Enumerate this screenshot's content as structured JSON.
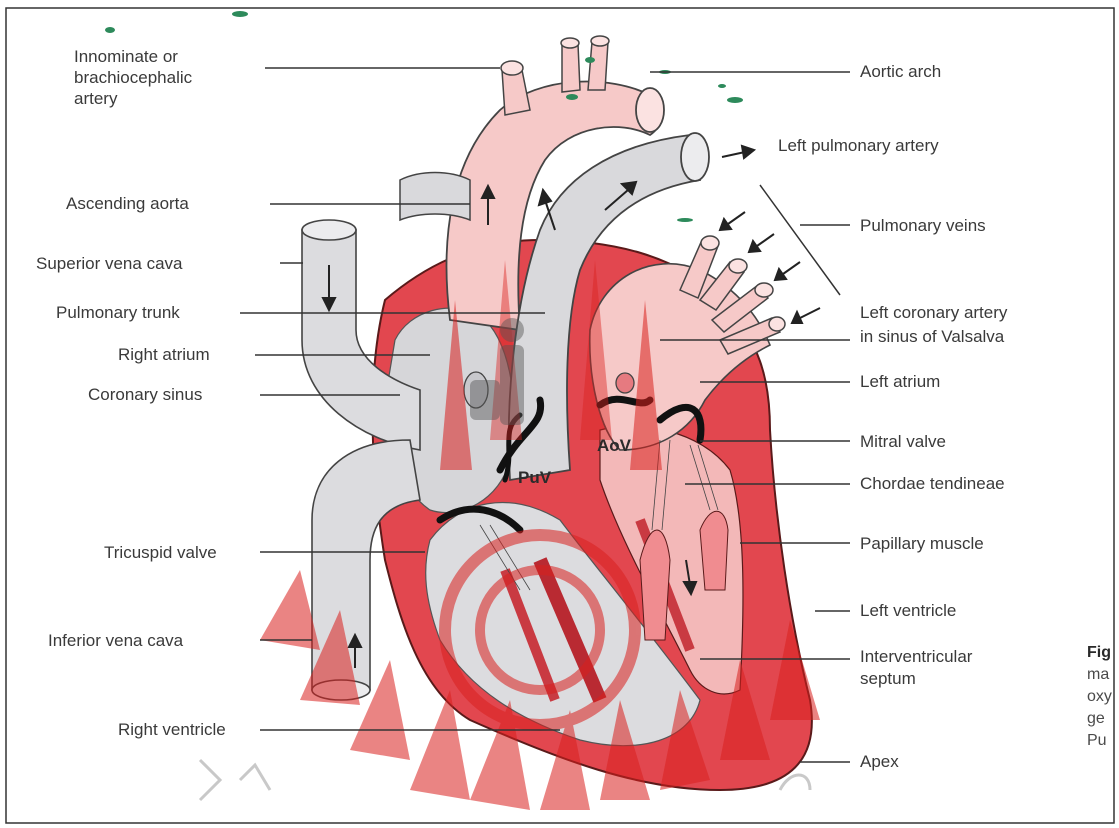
{
  "labels_left": {
    "innominate_line1": "Innominate or",
    "innominate_line2": "brachiocephalic",
    "innominate_line3": "artery",
    "ascending_aorta": "Ascending aorta",
    "superior_vena_cava": "Superior vena cava",
    "pulmonary_trunk": "Pulmonary trunk",
    "right_atrium": "Right atrium",
    "coronary_sinus": "Coronary sinus",
    "tricuspid_valve": "Tricuspid valve",
    "inferior_vena_cava": "Inferior vena cava",
    "right_ventricle": "Right ventricle"
  },
  "labels_right": {
    "aortic_arch": "Aortic arch",
    "left_pulmonary_artery": "Left pulmonary artery",
    "pulmonary_veins": "Pulmonary veins",
    "left_coronary_line1": "Left coronary artery",
    "left_coronary_line2": "in sinus of Valsalva",
    "left_atrium": "Left atrium",
    "mitral_valve": "Mitral valve",
    "chordae_tendineae": "Chordae tendineae",
    "papillary_muscle": "Papillary muscle",
    "left_ventricle": "Left ventricle",
    "interventricular_line1": "Interventricular",
    "interventricular_line2": "septum",
    "apex": "Apex"
  },
  "inner_labels": {
    "puv": "PuV",
    "aov": "AoV"
  },
  "caption_fragment": {
    "line1": "Fig",
    "line2": "ma",
    "line3": "oxy",
    "line4": "ge",
    "line5": "Pu"
  },
  "colors": {
    "red_wall": "#e2474f",
    "pink": "#f6c9c8",
    "gray_vessel": "#d9d9dc",
    "watermark": "#d9201e"
  }
}
